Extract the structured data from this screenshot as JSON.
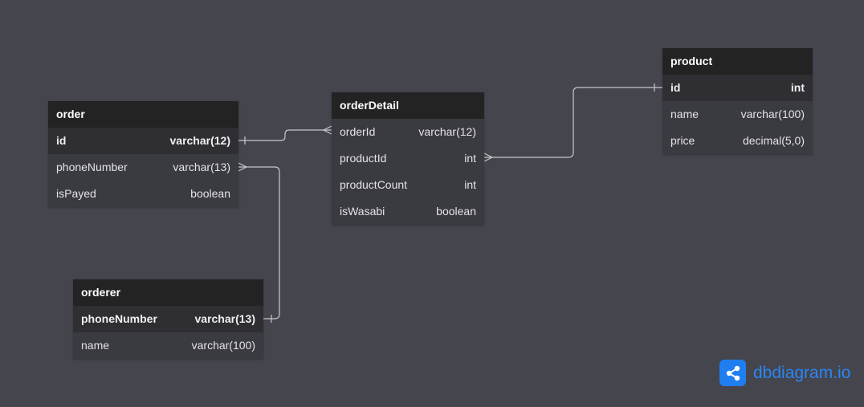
{
  "tables": {
    "order": {
      "name": "order",
      "fields": [
        {
          "name": "id",
          "type": "varchar(12)"
        },
        {
          "name": "phoneNumber",
          "type": "varchar(13)"
        },
        {
          "name": "isPayed",
          "type": "boolean"
        }
      ]
    },
    "orderDetail": {
      "name": "orderDetail",
      "fields": [
        {
          "name": "orderId",
          "type": "varchar(12)"
        },
        {
          "name": "productId",
          "type": "int"
        },
        {
          "name": "productCount",
          "type": "int"
        },
        {
          "name": "isWasabi",
          "type": "boolean"
        }
      ]
    },
    "product": {
      "name": "product",
      "fields": [
        {
          "name": "id",
          "type": "int"
        },
        {
          "name": "name",
          "type": "varchar(100)"
        },
        {
          "name": "price",
          "type": "decimal(5,0)"
        }
      ]
    },
    "orderer": {
      "name": "orderer",
      "fields": [
        {
          "name": "phoneNumber",
          "type": "varchar(13)"
        },
        {
          "name": "name",
          "type": "varchar(100)"
        }
      ]
    }
  },
  "relationships": [
    {
      "from": "order.id",
      "to": "orderDetail.orderId",
      "cardinality": "one-to-many"
    },
    {
      "from": "orderDetail.productId",
      "to": "product.id",
      "cardinality": "many-to-one"
    },
    {
      "from": "order.phoneNumber",
      "to": "orderer.phoneNumber",
      "cardinality": "many-to-one"
    }
  ],
  "colors": {
    "background": "#45454e",
    "table_header": "#232323",
    "table_body": "#3a3a41",
    "primary_key_row": "#2e2e33",
    "link": "#c8c8cc",
    "brand": "#2b86f2"
  },
  "brand": {
    "text": "dbdiagram.io",
    "icon": "share-icon"
  }
}
